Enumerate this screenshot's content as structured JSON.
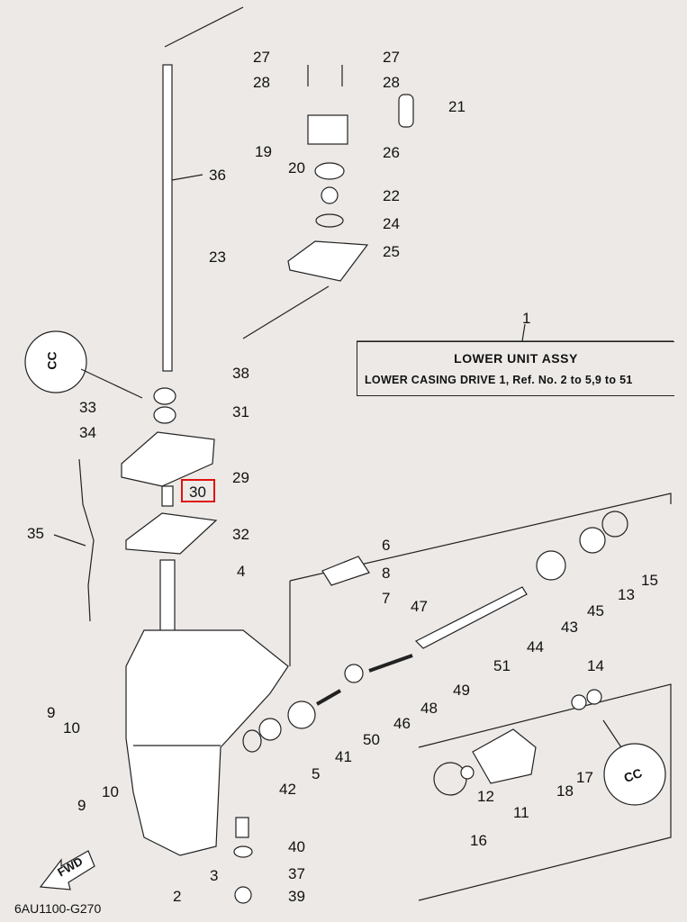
{
  "title_block": {
    "ref": "1",
    "title": "LOWER UNIT ASSY",
    "subtitle": "LOWER CASING DRIVE 1,  Ref. No. 2 to 5,9 to 51"
  },
  "diagram_code": "6AU1100-G270",
  "fwd_label": "FWD",
  "highlighted_part": "30",
  "highlight_color": "#e01010",
  "callouts": {
    "c27a": "27",
    "c27b": "27",
    "c28a": "28",
    "c28b": "28",
    "c21": "21",
    "c19": "19",
    "c26": "26",
    "c20": "20",
    "c22": "22",
    "c24": "24",
    "c25": "25",
    "c36": "36",
    "c23": "23",
    "c38": "38",
    "c31": "31",
    "c33": "33",
    "c34": "34",
    "c29": "29",
    "c30": "30",
    "c35": "35",
    "c32": "32",
    "c4": "4",
    "c6": "6",
    "c8": "8",
    "c7": "7",
    "c47": "47",
    "c15": "15",
    "c13": "13",
    "c45": "45",
    "c43": "43",
    "c44": "44",
    "c51": "51",
    "c49": "49",
    "c48": "48",
    "c46": "46",
    "c50": "50",
    "c41": "41",
    "c5": "5",
    "c42": "42",
    "c9a": "9",
    "c10a": "10",
    "c10b": "10",
    "c9b": "9",
    "c14": "14",
    "c17": "17",
    "c18": "18",
    "c12": "12",
    "c11": "11",
    "c16": "16",
    "c40": "40",
    "c37": "37",
    "c39": "39",
    "c3": "3",
    "c2": "2"
  },
  "cc_badges": {
    "top": "CC",
    "bottom": "CC"
  }
}
